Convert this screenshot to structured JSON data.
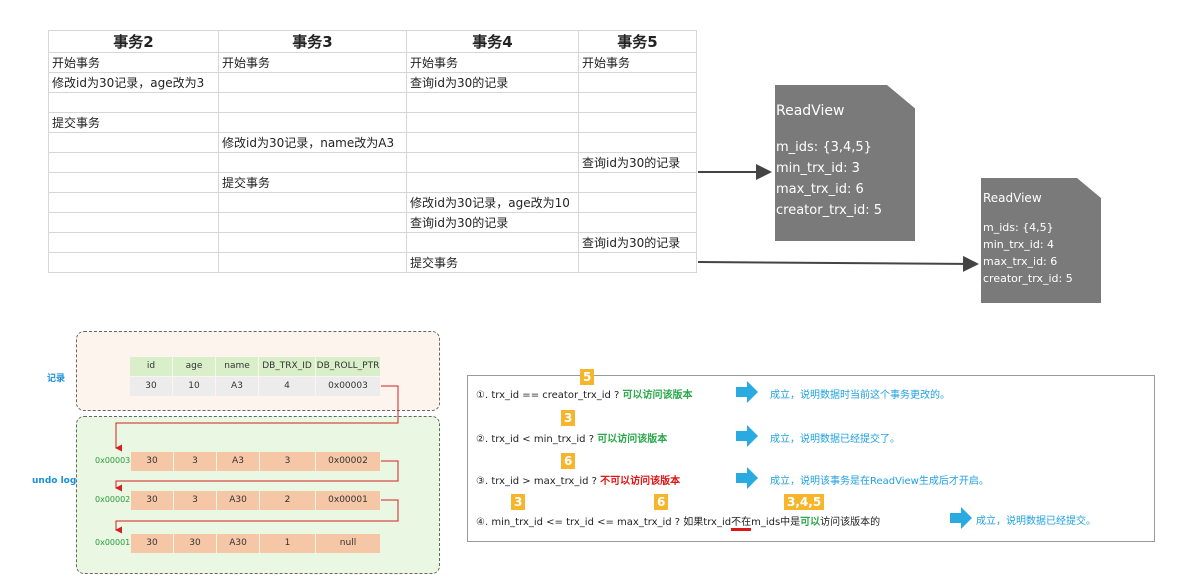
{
  "table": {
    "headers": [
      "事务2",
      "事务3",
      "事务4",
      "事务5"
    ],
    "rows": [
      [
        "开始事务",
        "开始事务",
        "开始事务",
        "开始事务"
      ],
      [
        "修改id为30记录，age改为3",
        "",
        "查询id为30的记录",
        ""
      ],
      [
        "",
        "",
        "",
        ""
      ],
      [
        "提交事务",
        "",
        "",
        ""
      ],
      [
        "",
        "修改id为30记录，name改为A3",
        "",
        ""
      ],
      [
        "",
        "",
        "",
        "查询id为30的记录"
      ],
      [
        "",
        "提交事务",
        "",
        ""
      ],
      [
        "",
        "",
        "修改id为30记录，age改为10",
        ""
      ],
      [
        "",
        "",
        "查询id为30的记录",
        ""
      ],
      [
        "",
        "",
        "",
        "查询id为30的记录"
      ],
      [
        "",
        "",
        "提交事务",
        ""
      ]
    ]
  },
  "readview1": {
    "title": "ReadView",
    "m_ids": "m_ids: {3,4,5}",
    "min_trx_id": "min_trx_id: 3",
    "max_trx_id": "max_trx_id: 6",
    "creator_trx_id": "creator_trx_id: 5"
  },
  "readview2": {
    "title": "ReadView",
    "m_ids": "m_ids: {4,5}",
    "min_trx_id": "min_trx_id: 4",
    "max_trx_id": "max_trx_id: 6",
    "creator_trx_id": "creator_trx_id: 5"
  },
  "record": {
    "label": "记录",
    "headers": [
      "id",
      "age",
      "name",
      "DB_TRX_ID",
      "DB_ROLL_PTR"
    ],
    "values": [
      "30",
      "10",
      "A3",
      "4",
      "0x00003"
    ]
  },
  "undo": {
    "label": "undo log",
    "rows": [
      {
        "addr": "0x00003",
        "values": [
          "30",
          "3",
          "A3",
          "3",
          "0x00002"
        ]
      },
      {
        "addr": "0x00002",
        "values": [
          "30",
          "3",
          "A30",
          "2",
          "0x00001"
        ]
      },
      {
        "addr": "0x00001",
        "values": [
          "30",
          "30",
          "A30",
          "1",
          "null"
        ]
      }
    ]
  },
  "rules": {
    "r1": {
      "badge": "5",
      "pre": "①. trx_id  == creator_trx_id ?",
      "verdict": "可以访问该版本",
      "result": "成立，说明数据时当前这个事务更改的。"
    },
    "r2": {
      "badge": "3",
      "pre": "②. trx_id < min_trx_id ?",
      "verdict": "可以访问该版本",
      "result": "成立，说明数据已经提交了。"
    },
    "r3": {
      "badge": "6",
      "pre": "③. trx_id > max_trx_id ?",
      "verdict": "不可以访问该版本",
      "result": "成立，说明该事务是在ReadView生成后才开启。"
    },
    "r4": {
      "badge_a": "3",
      "badge_b": "6",
      "badge_c": "3,4,5",
      "pre": "④. min_trx_id <= trx_id <= max_trx_id ? 如果trx_id",
      "notin": "不在",
      "mid": "m_ids中是",
      "can": "可以",
      "post": "访问该版本的",
      "result": "成立，说明数据已经提交。"
    }
  },
  "colors": {
    "arrow": "#29abe2",
    "badge": "#f7b52b",
    "card": "#7a7a7a",
    "green": "#2aa84a",
    "red": "#e01515"
  }
}
